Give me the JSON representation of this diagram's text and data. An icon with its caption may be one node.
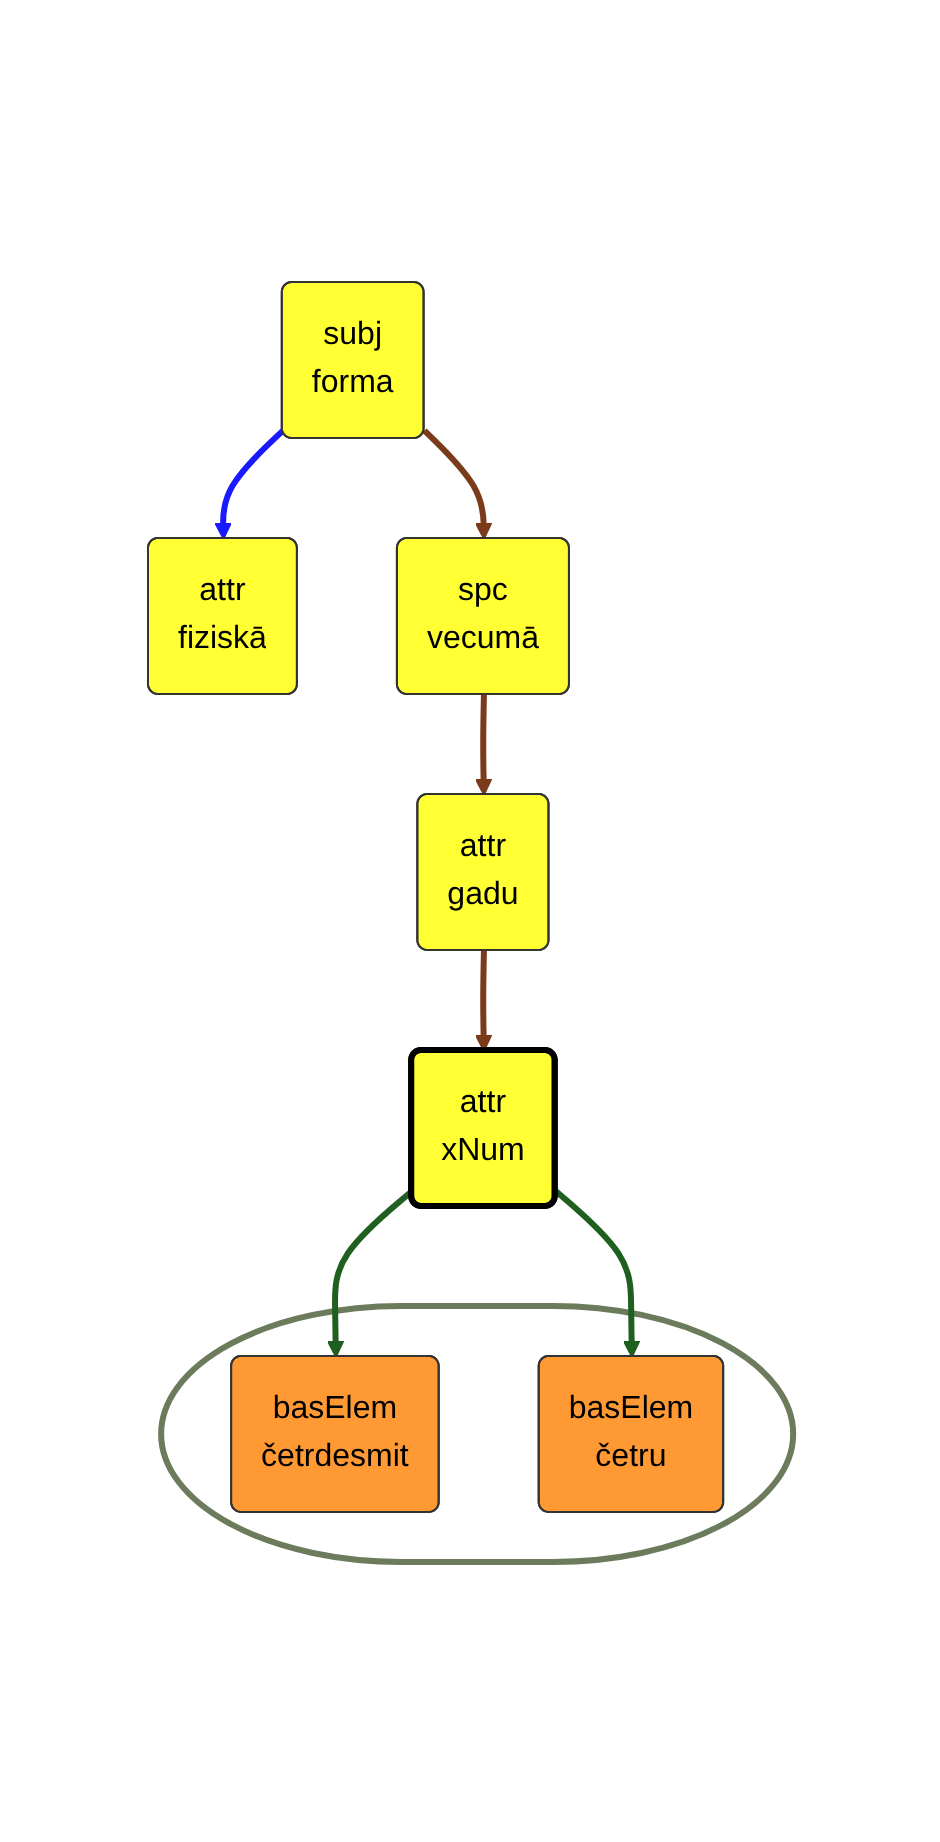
{
  "diagram": {
    "nodes": [
      {
        "text": [
          "subj",
          "forma"
        ]
      },
      {
        "text": [
          "attr",
          "fiziskā"
        ]
      },
      {
        "text": [
          "spc",
          "vecumā"
        ]
      },
      {
        "text": [
          "attr",
          "gadu"
        ]
      },
      {
        "text": [
          "attr",
          "xNum"
        ]
      },
      {
        "text": [],
        "shape": "ellipse"
      },
      {
        "text": [
          "basElem",
          "četrdesmit"
        ],
        "in": 5
      },
      {
        "text": [
          "basElem",
          "četru"
        ],
        "in": 5
      }
    ],
    "edges": [
      {
        "from": 0,
        "to": 1,
        "arrow": "to",
        "color": "#1a1aff"
      },
      {
        "from": 0,
        "to": 2,
        "arrow": "to"
      },
      {
        "from": 2,
        "to": 3,
        "arrow": "to"
      },
      {
        "from": 3,
        "to": 4,
        "arrow": "to"
      },
      {
        "from": 4,
        "to": 6,
        "arrow": "to",
        "color": "#1f5f1f"
      },
      {
        "from": 4,
        "to": 7,
        "arrow": "to",
        "color": "#1f5f1f"
      }
    ]
  }
}
